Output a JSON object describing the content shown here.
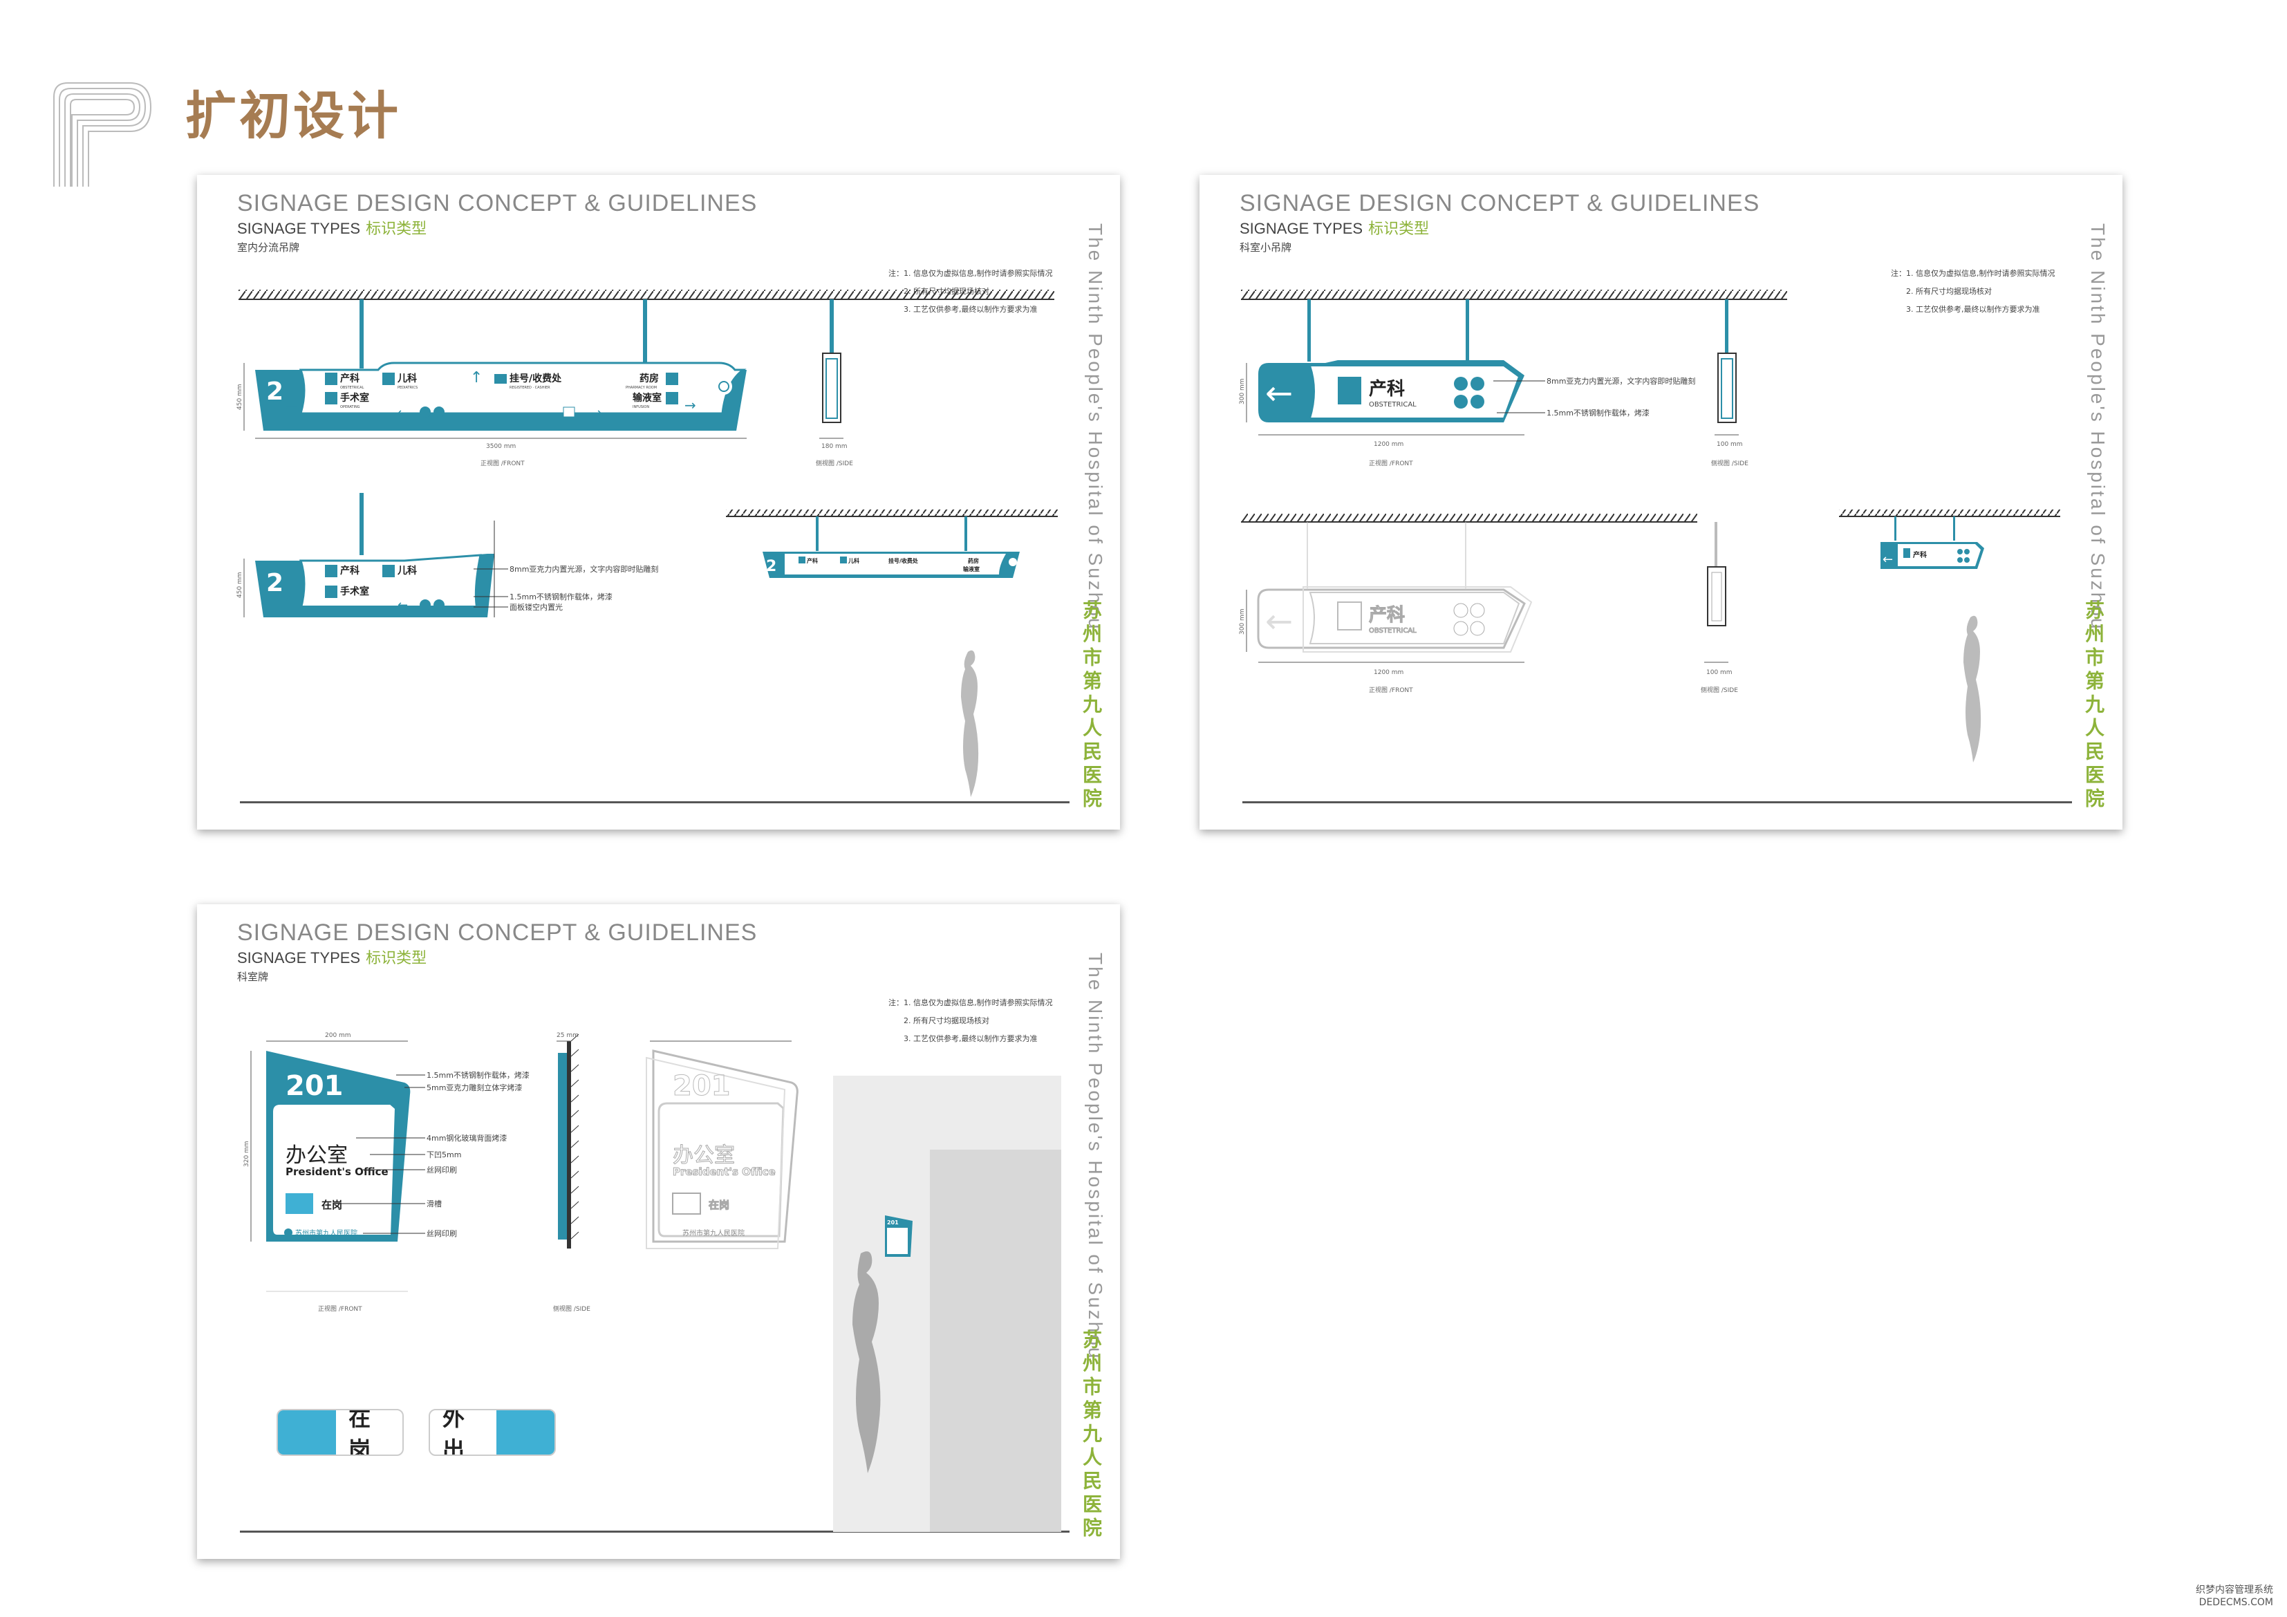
{
  "page_title": "扩初设计",
  "sheet": {
    "title": "SIGNAGE DESIGN CONCEPT & GUIDELINES",
    "subtitle_en": "SIGNAGE TYPES",
    "subtitle_cn": "标识类型",
    "hospital_en": "The Ninth People's Hospital of Suzhou",
    "hospital_cn": "苏州市第九人民医院"
  },
  "notes": [
    "注：1. 信息仅为虚拟信息,制作时请参照实际情况",
    "2. 所有尺寸均据现场核对",
    "3. 工艺仅供参考,最终以制作方要求为准"
  ],
  "panel1": {
    "type_label": "室内分流吊牌",
    "floor_number": "2",
    "items": {
      "obstetrics": "产科",
      "obstetrics_en": "OBSTETRICAL",
      "pediatrics": "儿科",
      "pediatrics_en": "PEDIATRICS",
      "operating": "手术室",
      "operating_en": "OPERATING",
      "registration": "挂号/收费处",
      "registration_en": "REGISTERED · CASHIER",
      "pharmacy": "药房",
      "pharmacy_en": "PHARMACY ROOM",
      "infusion": "输液室",
      "infusion_en": "INFUSION"
    },
    "dims": {
      "height": "450 mm",
      "width": "3500 mm",
      "side": "180 mm",
      "front_view": "正视图 /FRONT",
      "side_view": "侧视图 /SIDE"
    },
    "annotations": [
      "8mm亚克力内置光源，文字内容即时贴雕刻",
      "1.5mm不锈钢制作载体，烤漆",
      "面板镂空内置光"
    ]
  },
  "panel2": {
    "type_label": "科室小吊牌",
    "item": "产科",
    "item_en": "OBSTETRICAL",
    "dims": {
      "height": "300 mm",
      "width": "1200 mm",
      "side": "100 mm",
      "front_view": "正视图 /FRONT",
      "side_view": "侧视图 /SIDE"
    },
    "annotations": [
      "8mm亚克力内置光源，文字内容即时贴雕刻",
      "1.5mm不锈钢制作载体，烤漆"
    ]
  },
  "panel3": {
    "type_label": "科室牌",
    "room_number": "201",
    "room_name": "办公室",
    "room_name_en": "President's Office",
    "status": "在岗",
    "hospital_small": "苏州市第九人民医院",
    "dims": {
      "width": "200 mm",
      "height": "320 mm",
      "depth": "25 mm",
      "front_view": "正视图 /FRONT",
      "side_view": "侧视图 /SIDE"
    },
    "annotations": [
      "1.5mm不锈钢制作载体，烤漆",
      "5mm亚克力雕刻立体字烤漆",
      "4mm钢化玻璃背面烤漆",
      "下凹5mm",
      "丝网印刷",
      "滑槽",
      "丝网印刷"
    ],
    "status_buttons": {
      "on_duty": "在岗",
      "out": "外出"
    }
  },
  "watermark": {
    "line1": "织梦内容管理系统",
    "line2": "DEDECMS.COM"
  },
  "colors": {
    "teal": "#2c8fa8",
    "teal_light": "#3fb0d4",
    "green": "#8db33a",
    "title_brown": "#a67c52"
  }
}
